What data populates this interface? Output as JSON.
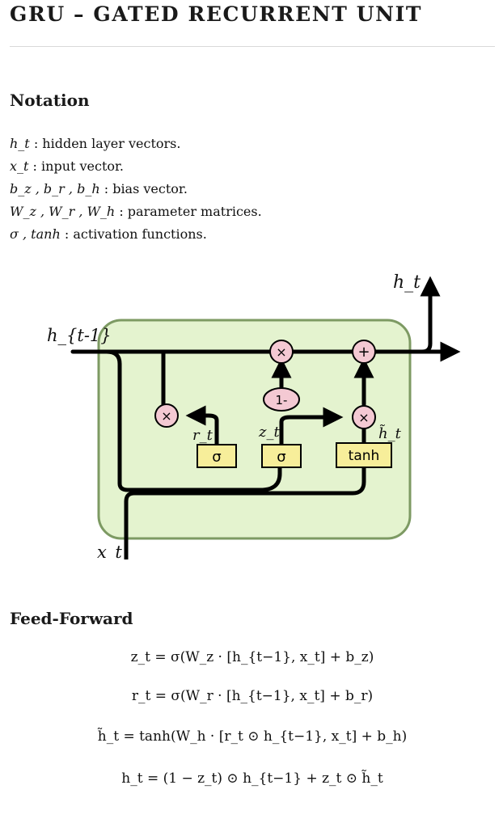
{
  "title": "GRU – GATED RECURRENT UNIT",
  "notation": {
    "heading": "Notation",
    "items": [
      {
        "symbol": "h_t",
        "desc": ": hidden layer vectors."
      },
      {
        "symbol": "x_t",
        "desc": ": input vector."
      },
      {
        "symbol": "b_z , b_r , b_h",
        "desc": ": bias vector."
      },
      {
        "symbol": "W_z , W_r , W_h",
        "desc": ": parameter matrices."
      },
      {
        "symbol": "σ , tanh",
        "desc": ": activation functions."
      }
    ]
  },
  "diagram": {
    "labels": {
      "h_out": "h_t",
      "h_prev": "h_{t-1}",
      "x_in": "x_t",
      "r": "r_t",
      "z": "z_t",
      "h_tilde": "h̃_t"
    },
    "ops": {
      "multiply": "×",
      "add": "+",
      "one_minus": "1-"
    },
    "gates": {
      "sigma": "σ",
      "tanh": "tanh"
    },
    "colors": {
      "cell_fill": "#e4f3cf",
      "cell_border": "#7d9a63",
      "op_fill": "#f4c9d3",
      "gate_fill": "#f7ee9a"
    }
  },
  "feedforward": {
    "heading": "Feed-Forward",
    "equations": [
      "z_t = σ(W_z · [h_{t−1}, x_t] + b_z)",
      "r_t = σ(W_r · [h_{t−1}, x_t] + b_r)",
      "h̃_t = tanh(W_h · [r_t ⊙ h_{t−1}, x_t] + b_h)",
      "h_t = (1 − z_t) ⊙ h_{t−1} + z_t ⊙ h̃_t"
    ]
  }
}
